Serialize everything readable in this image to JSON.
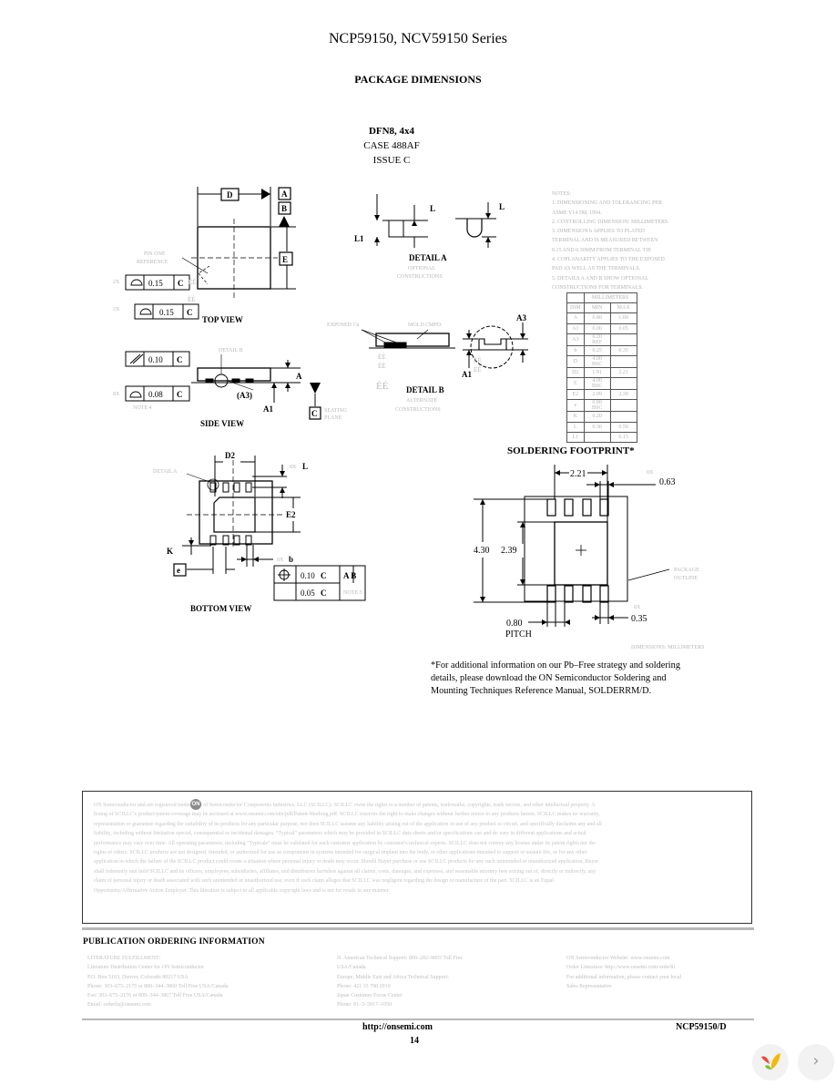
{
  "header": {
    "series": "NCP59150, NCV59150 Series",
    "section": "PACKAGE DIMENSIONS"
  },
  "package": {
    "name": "DFN8, 4x4",
    "case": "CASE 488AF",
    "issue": "ISSUE C"
  },
  "views": {
    "top": "TOP VIEW",
    "side": "SIDE VIEW",
    "bottom": "BOTTOM VIEW",
    "detail_a": "DETAIL A",
    "detail_b": "DETAIL B",
    "soldering": "SOLDERING FOOTPRINT*"
  },
  "labels": {
    "D": "D",
    "E": "E",
    "A": "A",
    "B": "B",
    "C": "C",
    "A1": "A1",
    "A3": "(A3)",
    "A3b": "A3",
    "L": "L",
    "L1": "L1",
    "D2": "D2",
    "E2": "E2",
    "K": "K",
    "e": "e",
    "b": "b",
    "pin_one": "PIN ONE",
    "reference": "REFERENCE",
    "seating": "SEATING",
    "plane": "PLANE",
    "detail_b_ref": "DETAIL B",
    "detail_a_ref": "DETAIL A",
    "optional": "OPTIONAL",
    "constructions": "CONSTRUCTIONS",
    "alternate": "ALTERNATE",
    "constructions_b": "CONSTRUCTIONS",
    "exposed_cu": "EXPOSED Cu",
    "mold_cmpd": "MOLD CMPD",
    "note4": "NOTE 4",
    "note3": "NOTE 3",
    "x2": "2X",
    "x8": "8X",
    "tol_015": "0.15",
    "tol_010": "0.10",
    "tol_008": "0.08",
    "tol_010c": "0.10",
    "tol_005": "0.05",
    "ab": "A B",
    "tc": "C"
  },
  "footprint": {
    "d221": "2.21",
    "d063": "0.63",
    "d430": "4.30",
    "d239": "2.39",
    "d080": "0.80",
    "pitch": "PITCH",
    "d035": "0.35",
    "x8": "8X",
    "outline_1": "PACKAGE",
    "outline_2": "OUTLINE",
    "dimensions_note": "DIMENSIONS: MILLIMETERS"
  },
  "notes": [
    "NOTES:",
    "1. DIMENSIONING AND TOLERANCING PER",
    "    ASME Y14.5M, 1994.",
    "2. CONTROLLING DIMENSION: MILLIMETERS.",
    "3. DIMENSION b APPLIES TO PLATED",
    "    TERMINAL AND IS MEASURED BETWEEN",
    "    0.15 AND 0.30MM FROM TERMINAL TIP.",
    "4. COPLANARITY APPLIES TO THE EXPOSED",
    "    PAD AS WELL AS THE TERMINALS.",
    "5. DETAILS A AND B SHOW OPTIONAL",
    "    CONSTRUCTIONS FOR TERMINALS."
  ],
  "dim_table": {
    "header_group": "MILLIMETERS",
    "columns": [
      "DIM",
      "MIN",
      "MAX"
    ],
    "rows": [
      [
        "A",
        "0.80",
        "1.00"
      ],
      [
        "A1",
        "0.00",
        "0.05"
      ],
      [
        "A3",
        "0.20 REF",
        ""
      ],
      [
        "b",
        "0.25",
        "0.35"
      ],
      [
        "D",
        "4.00 BSC",
        ""
      ],
      [
        "D2",
        "1.91",
        "2.21"
      ],
      [
        "E",
        "4.00 BSC",
        ""
      ],
      [
        "E2",
        "2.09",
        "2.39"
      ],
      [
        "e",
        "0.80 BSC",
        ""
      ],
      [
        "K",
        "0.20",
        ""
      ],
      [
        "L",
        "0.30",
        "0.50"
      ],
      [
        "L1",
        "",
        "0.15"
      ]
    ]
  },
  "footnote": "*For additional information on our Pb–Free strategy and soldering details, please download the ON Semiconductor Soldering and Mounting Techniques Reference Manual, SOLDERRM/D.",
  "legal": {
    "logo": "ON",
    "text": "ON Semiconductor and        are registered trademarks of Semiconductor Components Industries, LLC (SCILLC). SCILLC owns the rights to a number of patents, trademarks, copyrights, trade secrets, and other intellectual property. A listing of SCILLC's product/patent coverage may be accessed at www.onsemi.com/site/pdf/Patent-Marking.pdf. SCILLC reserves the right to make changes without further notice to any products herein. SCILLC makes no warranty, representation or guarantee regarding the suitability of its products for any particular purpose, nor does SCILLC assume any liability arising out of the application or use of any product or circuit, and specifically disclaims any and all liability, including without limitation special, consequential or incidental damages. “Typical” parameters which may be provided in SCILLC data sheets and/or specifications can and do vary in different applications and actual performance may vary over time. All operating parameters, including “Typicals” must be validated for each customer application by customer's technical experts. SCILLC does not convey any license under its patent rights nor the rights of others. SCILLC products are not designed, intended, or authorized for use as components in systems intended for surgical implant into the body, or other applications intended to support or sustain life, or for any other application in which the failure of the SCILLC product could create a situation where personal injury or death may occur. Should Buyer purchase or use SCILLC products for any such unintended or unauthorized application, Buyer shall indemnify and hold SCILLC and its officers, employees, subsidiaries, affiliates, and distributors harmless against all claims, costs, damages, and expenses, and reasonable attorney fees arising out of, directly or indirectly, any claim of personal injury or death associated with such unintended or unauthorized use, even if such claim alleges that SCILLC was negligent regarding the design or manufacture of the part. SCILLC is an Equal Opportunity/Affirmative Action Employer. This literature is subject to all applicable copyright laws and is not for resale in any manner."
  },
  "publication": {
    "title": "PUBLICATION ORDERING INFORMATION",
    "col1": [
      "LITERATURE FULFILLMENT:",
      "Literature Distribution Center for ON Semiconductor",
      "P.O. Box 5163, Denver, Colorado 80217 USA",
      "Phone: 303–675–2175 or 800–344–3860 Toll Free USA/Canada",
      "Fax: 303–675–2176 or 800–344–3867 Toll Free USA/Canada",
      "Email: orderlit@onsemi.com"
    ],
    "col2": [
      "N. American Technical Support: 800–282–9855 Toll Free",
      "    USA/Canada",
      "Europe, Middle East and Africa Technical Support:",
      "    Phone: 421 33 790 2910",
      "Japan Customer Focus Center",
      "    Phone: 81–3–5817–1050"
    ],
    "col3": [
      "ON Semiconductor Website: www.onsemi.com",
      "",
      "Order Literature: http://www.onsemi.com/orderlit",
      "",
      "For additional information, please contact your local",
      "Sales Representative"
    ]
  },
  "footer": {
    "url": "http://onsemi.com",
    "page": "14",
    "doc": "NCP59150/D"
  },
  "nav": {
    "next": "›"
  }
}
